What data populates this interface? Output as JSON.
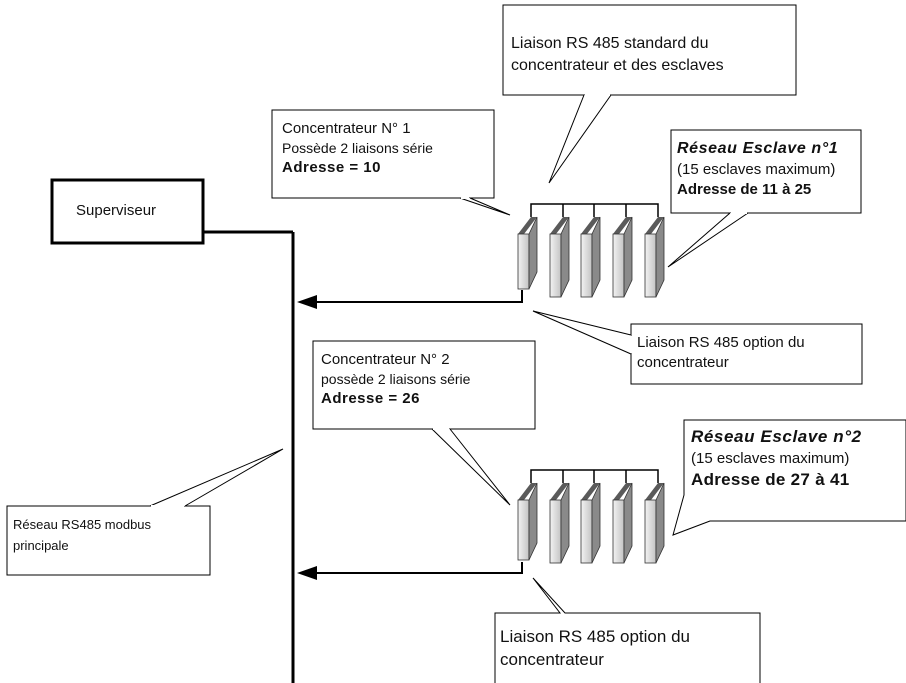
{
  "superviseur": {
    "label": "Superviseur"
  },
  "rs485_standard": {
    "line1": "Liaison RS 485 standard du",
    "line2": "concentrateur et des esclaves"
  },
  "concentrateur_1": {
    "line1": "Concentrateur N° 1",
    "line2": "Possède 2 liaisons série",
    "line3": "Adresse = 10"
  },
  "esclave_1": {
    "title": "Réseau Esclave n°1",
    "line2": "(15 esclaves maximum)",
    "line3": "Adresse de 11 à 25"
  },
  "option_1": {
    "line1": "Liaison RS 485 option du",
    "line2": "concentrateur"
  },
  "concentrateur_2": {
    "line1": "Concentrateur N° 2",
    "line2": "possède 2 liaisons série",
    "line3": "Adresse = 26"
  },
  "esclave_2": {
    "title": "Réseau Esclave n°2",
    "line2": "(15 esclaves maximum)",
    "line3": "Adresse de 27 à 41"
  },
  "reseau_principal": {
    "line1": "Réseau RS485 modbus",
    "line2": "principale"
  },
  "option_2": {
    "line1": "Liaison RS 485 option du",
    "line2": "concentrateur"
  }
}
